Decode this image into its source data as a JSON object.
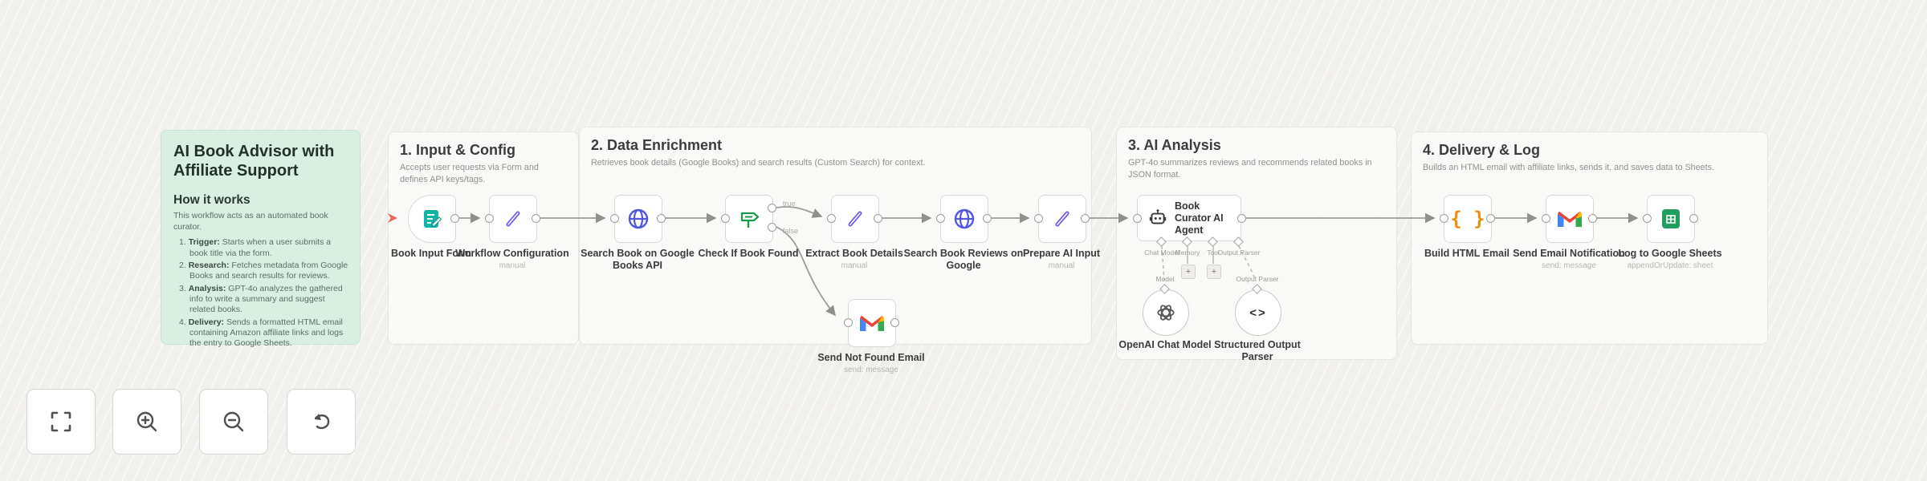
{
  "colors": {
    "note_green_bg": "#d9efe2",
    "line_gray": "#9b9b98",
    "if_green": "#179a49",
    "globe_indigo": "#5156e3",
    "pencil_purple": "#6b5bf0",
    "brace_orange": "#ef8e13",
    "sheets_green": "#1f9e5d",
    "form_teal": "#13b3a8",
    "trigger_marker_red": "#ee6a5f",
    "gmail_red": "#ea4335",
    "gmail_blue": "#4285f4",
    "gmail_green": "#34a853",
    "gmail_yellow": "#fbbc04"
  },
  "note": {
    "title": "AI Book Advisor with Affiliate Support",
    "heading": "How it works",
    "intro": "This workflow acts as an automated book curator.",
    "items": [
      {
        "num": "1.",
        "term": "Trigger:",
        "text": " Starts when a user submits a book title via the form."
      },
      {
        "num": "2.",
        "term": "Research:",
        "text": " Fetches metadata from Google Books and search results for reviews."
      },
      {
        "num": "3.",
        "term": "Analysis:",
        "text": " GPT-4o analyzes the gathered info to write a summary and suggest related books."
      },
      {
        "num": "4.",
        "term": "Delivery:",
        "text": " Sends a formatted HTML email containing Amazon affiliate links and logs the entry to Google Sheets."
      }
    ]
  },
  "sections": [
    {
      "title": "1. Input & Config",
      "desc": "Accepts user requests via Form and defines API keys/tags."
    },
    {
      "title": "2. Data Enrichment",
      "desc": "Retrieves book details (Google Books) and search results (Custom Search) for context."
    },
    {
      "title": "3. AI Analysis",
      "desc": "GPT-4o summarizes reviews and recommends related books in JSON format."
    },
    {
      "title": "4. Delivery & Log",
      "desc": "Builds an HTML email with affiliate links, sends it, and saves data to Sheets."
    }
  ],
  "nodes": {
    "book_input_form": {
      "label": "Book Input Form"
    },
    "workflow_configuration": {
      "label": "Workflow Configuration",
      "subtitle": "manual"
    },
    "search_book": {
      "label": "Search Book on Google Books API"
    },
    "check_found": {
      "label": "Check If Book Found"
    },
    "extract_details": {
      "label": "Extract Book Details",
      "subtitle": "manual"
    },
    "search_reviews": {
      "label": "Search Book Reviews on Google"
    },
    "prepare_ai": {
      "label": "Prepare AI Input",
      "subtitle": "manual"
    },
    "agent": {
      "label": "Book Curator AI Agent"
    },
    "send_not_found": {
      "label": "Send Not Found Email",
      "subtitle": "send: message"
    },
    "build_html": {
      "label": "Build HTML Email"
    },
    "send_email": {
      "label": "Send Email Notification",
      "subtitle": "send: message"
    },
    "log_sheets": {
      "label": "Log to Google Sheets",
      "subtitle": "appendOrUpdate: sheet"
    },
    "openai_model": {
      "label": "OpenAI Chat Model"
    },
    "output_parser": {
      "label": "Structured Output Parser"
    }
  },
  "agent_ports": {
    "chat_model": "Chat Model",
    "memory": "Memory",
    "tool": "Tool",
    "output_parser": "Output Parser",
    "add_label": "+"
  },
  "sub_labels": {
    "model": "Model",
    "output_parser": "Output Parser"
  },
  "branch_labels": {
    "true_label": "true",
    "false_label": "false"
  },
  "toolbar": {
    "icons": [
      "fit-view-icon",
      "zoom-in-icon",
      "zoom-out-icon",
      "reset-view-icon"
    ]
  }
}
